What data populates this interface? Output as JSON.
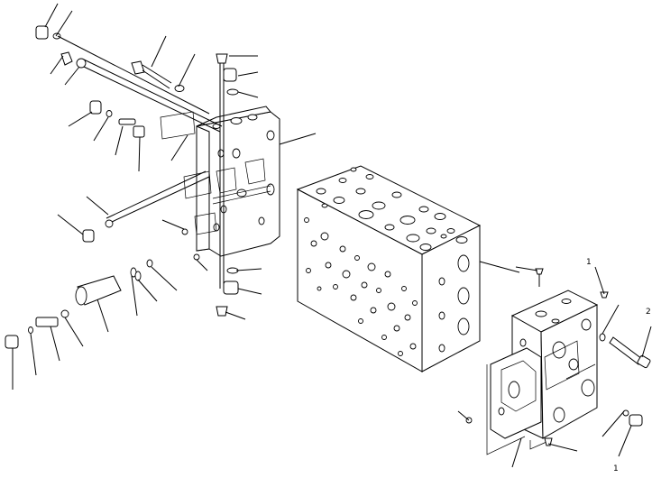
{
  "diagram": {
    "type": "exploded-parts-view",
    "callout_labels": {
      "right_top": "1",
      "right_bottom": "1",
      "far_right": "2"
    }
  }
}
